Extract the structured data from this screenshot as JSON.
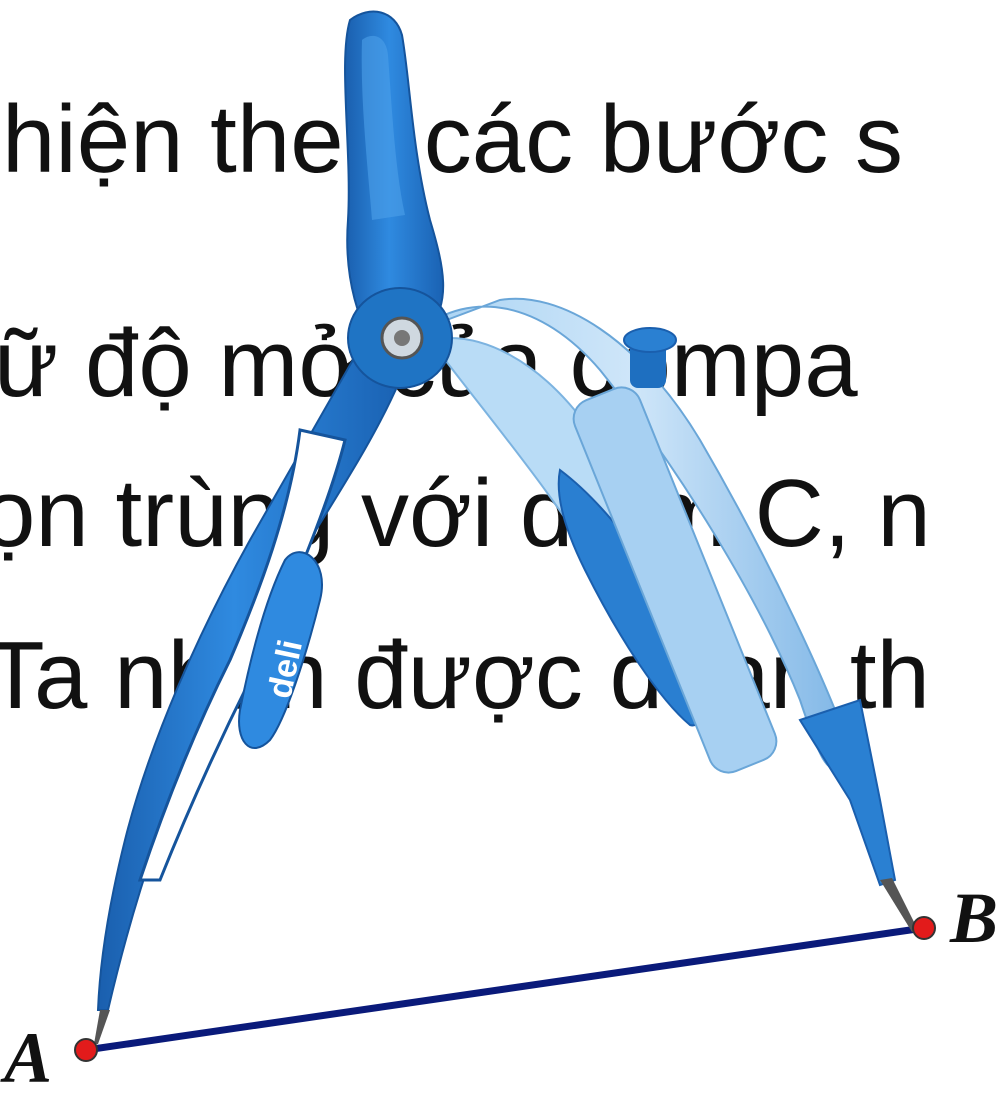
{
  "text": {
    "line1": "hiện theo các bước s",
    "line2": "ữ độ mở của compa",
    "line3": "ọn trùng với điểm C, n",
    "line4": "Ta nhận được đoạn th"
  },
  "compass": {
    "brand": "deli"
  },
  "points": {
    "a": "A",
    "b": "B"
  },
  "colors": {
    "segment": "#0a1a7a",
    "point": "#e21b1b",
    "compass_dark": "#1f74c4",
    "compass_light": "#8cc1ea"
  }
}
